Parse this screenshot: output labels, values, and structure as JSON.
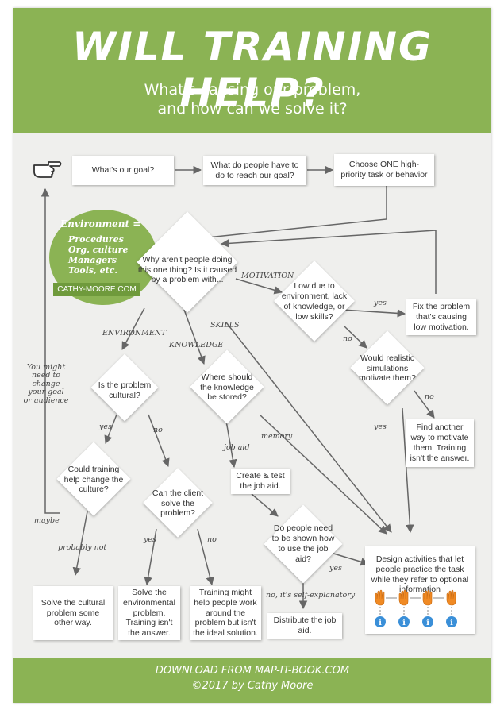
{
  "header": {
    "title": "WILL TRAINING HELP?",
    "subtitle_line1": "What's causing our problem,",
    "subtitle_line2": "and how can we solve it?"
  },
  "environment_note": {
    "heading": "Environment =",
    "items": [
      "Procedures",
      "Org. culture",
      "Managers",
      "Tools, etc."
    ],
    "credit": "CATHY-MOORE.COM"
  },
  "boxes": {
    "goal": "What's our goal?",
    "reach_goal": "What do people have to do to reach our goal?",
    "choose_task": "Choose ONE high-priority task or behavior",
    "fix_problem": "Fix the problem that's causing low motivation.",
    "find_another_way": "Find another way to motivate them. Training isn't the answer.",
    "create_job_aid": "Create & test the job aid.",
    "design_activities": "Design activities that let people practice the task while they refer to optional information",
    "solve_cultural": "Solve the cultural problem some other way.",
    "solve_environmental": "Solve the environmental problem. Training isn't the answer.",
    "training_might_help": "Training might help people work around the problem but isn't the ideal solution.",
    "distribute_job_aid": "Distribute the job aid."
  },
  "diamonds": {
    "why_not": "Why aren't people doing this one thing? Is it caused by a problem with...",
    "low_due": "Low due to environment, lack of knowledge, or low skills?",
    "realistic_sims": "Would realistic simulations motivate them?",
    "cultural": "Is the problem cultural?",
    "knowledge_stored": "Where should the knowledge be stored?",
    "training_change_culture": "Could training help change the culture?",
    "client_solve": "Can the client solve the problem?",
    "shown_how": "Do people need to be shown how to use the job aid?"
  },
  "labels": {
    "motivation": "MOTIVATION",
    "environment": "ENVIRONMENT",
    "knowledge": "KNOWLEDGE",
    "skills": "SKILLS",
    "yes_fix": "yes",
    "no_sims": "no",
    "no_find": "no",
    "yes_design": "yes",
    "yes_cultural": "yes",
    "no_cultural": "no",
    "job_aid": "job aid",
    "memory": "memory",
    "maybe": "maybe",
    "probably_not": "probably not",
    "yes_client": "yes",
    "no_client": "no",
    "no_self_explanatory": "no, it's self-explanatory",
    "yes_shown": "yes",
    "change_goal": "You might need to change your goal or audience"
  },
  "footer": {
    "line1": "DOWNLOAD FROM MAP-IT-BOOK.COM",
    "line2": "©2017 by Cathy Moore"
  },
  "colors": {
    "brand_green": "#8bb354",
    "dark_green": "#6f9a3c",
    "background": "#efefed",
    "hand_orange": "#f08a24",
    "info_blue": "#3a8fd8"
  },
  "icons": [
    "pointing-hand-icon",
    "hand-icon",
    "info-icon"
  ]
}
